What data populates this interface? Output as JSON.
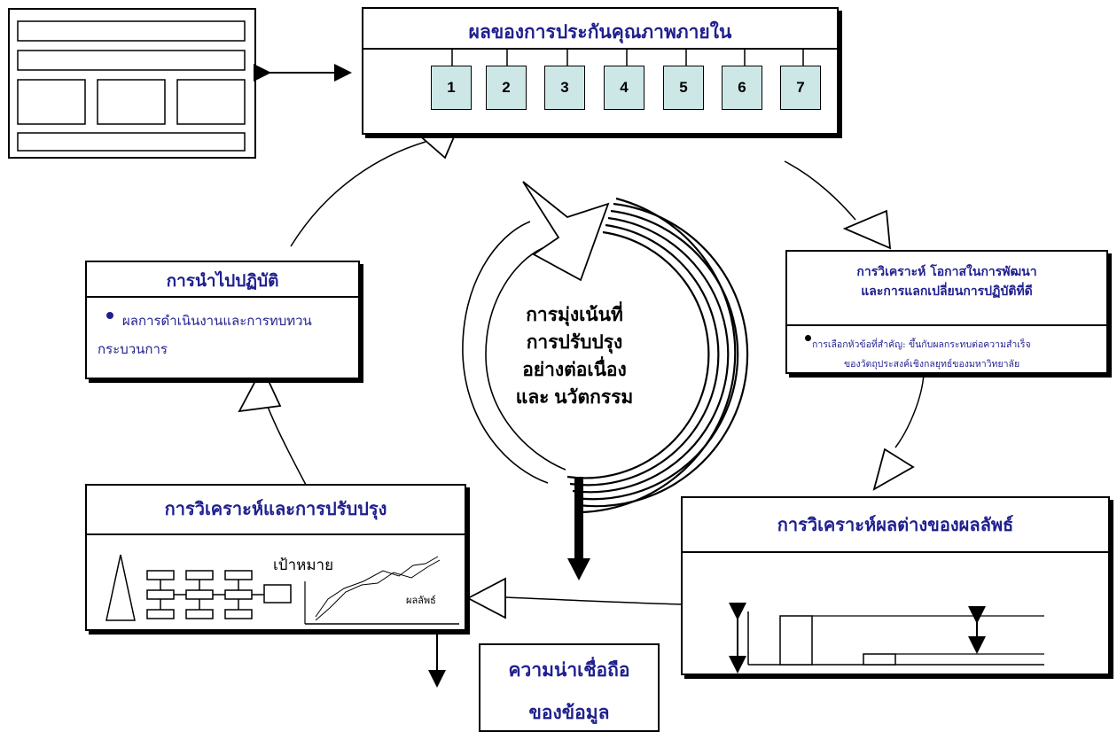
{
  "top_box": {
    "title": "ผลของการประกันคุณภาพภายใน",
    "items": [
      "1",
      "2",
      "3",
      "4",
      "5",
      "6",
      "7"
    ]
  },
  "analysis_box": {
    "title_line1": "การวิเคราะห์ โอกาสในการพัฒนา",
    "title_line2": "และการแลกเปลี่ยนการปฏิบัติที่ดี",
    "bullet_line1": "การเลือกหัวข้อที่สำคัญ: ขึ้นกับผลกระทบต่อความสำเร็จ",
    "bullet_line2": "ของวัตถุประสงค์เชิงกลยุทธ์ของมหาวิทยาลัย"
  },
  "gap_box": {
    "title": "การวิเคราะห์ผลต่างของผลลัพธ์"
  },
  "improve_box": {
    "title": "การวิเคราะห์และการปรับปรุง",
    "target_label": "เป้าหมาย",
    "result_label": "ผลลัพธ์"
  },
  "implement_box": {
    "title": "การนำไปปฏิบัติ",
    "bullet_line1": "ผลการดำเนินงานและการทบทวน",
    "bullet_line2": "กระบวนการ"
  },
  "center": {
    "line1": "การมุ่งเน้นที่",
    "line2": "การปรับปรุง",
    "line3": "อย่างต่อเนื่อง",
    "line4": "และ นวัตกรรม"
  },
  "reliability_box": {
    "line1": "ความน่าเชื่อถือ",
    "line2": "ของข้อมูล"
  },
  "colors": {
    "title": "#1f1f8f",
    "number_fill": "#cde7e7",
    "line": "#000000"
  }
}
